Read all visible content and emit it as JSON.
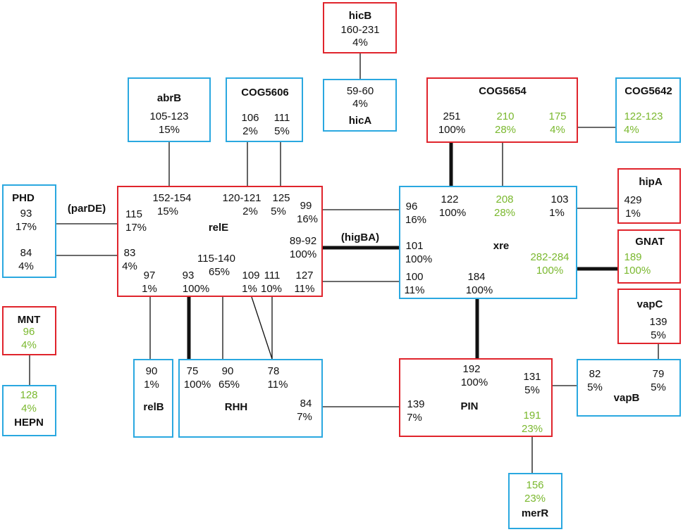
{
  "colors": {
    "toxin_border": "#e0242c",
    "antitoxin_border": "#2aa8e0",
    "highlight_text": "#7ab82e",
    "text": "#111111"
  },
  "nodes": {
    "hicB": {
      "name": "hicB",
      "v1": "160-231",
      "v2": "4%"
    },
    "hicA": {
      "name": "hicA",
      "v1": "59-60",
      "v2": "4%"
    },
    "abrB": {
      "name": "abrB",
      "v1": "105-123",
      "v2": "15%"
    },
    "cog5606": {
      "name": "COG5606",
      "a1": "106",
      "a2": "2%",
      "b1": "111",
      "b2": "5%"
    },
    "cog5654": {
      "name": "COG5654",
      "a1": "251",
      "a2": "100%",
      "b1": "210",
      "b2": "28%",
      "c1": "175",
      "c2": "4%"
    },
    "cog5642": {
      "name": "COG5642",
      "v1": "122-123",
      "v2": "4%"
    },
    "phd": {
      "name": "PHD",
      "a1": "93",
      "a2": "17%",
      "b1": "84",
      "b2": "4%"
    },
    "relE": {
      "name": "relE",
      "p152": "152-154",
      "p152b": "15%",
      "p120": "120-121",
      "p120b": "2%",
      "p125": "125",
      "p125b": "5%",
      "p99": "99",
      "p99b": "16%",
      "p115": "115",
      "p115b": "17%",
      "p83": "83",
      "p83b": "4%",
      "p89": "89-92",
      "p89b": "100%",
      "p97": "97",
      "p97b": "1%",
      "p115140": "115-140",
      "p115140b": "65%",
      "p93": "93",
      "p93b": "100%",
      "p109": "109",
      "p109b": "1%",
      "p111": "111",
      "p111b": "10%",
      "p127": "127",
      "p127b": "11%"
    },
    "xre": {
      "name": "xre",
      "p96": "96",
      "p96b": "16%",
      "p122": "122",
      "p122b": "100%",
      "p208": "208",
      "p208b": "28%",
      "p103": "103",
      "p103b": "1%",
      "p101": "101",
      "p101b": "100%",
      "p282": "282-284",
      "p282b": "100%",
      "p100": "100",
      "p100b": "11%",
      "p184": "184",
      "p184b": "100%"
    },
    "hipA": {
      "name": "hipA",
      "v1": "429",
      "v2": "1%"
    },
    "gnat": {
      "name": "GNAT",
      "v1": "189",
      "v2": "100%"
    },
    "vapC": {
      "name": "vapC",
      "v1": "139",
      "v2": "5%"
    },
    "vapB": {
      "name": "vapB",
      "a1": "82",
      "a2": "5%",
      "b1": "79",
      "b2": "5%"
    },
    "mnt": {
      "name": "MNT",
      "v1": "96",
      "v2": "4%"
    },
    "hepn": {
      "name": "HEPN",
      "v1": "128",
      "v2": "4%"
    },
    "relB": {
      "name": "relB",
      "v1": "90",
      "v2": "1%"
    },
    "rhh": {
      "name": "RHH",
      "p75": "75",
      "p75b": "100%",
      "p90": "90",
      "p90b": "65%",
      "p78": "78",
      "p78b": "11%",
      "p84": "84",
      "p84b": "7%"
    },
    "pin": {
      "name": "PIN",
      "p192": "192",
      "p192b": "100%",
      "p131": "131",
      "p131b": "5%",
      "p139": "139",
      "p139b": "7%",
      "p191": "191",
      "p191b": "23%"
    },
    "merR": {
      "name": "merR",
      "v1": "156",
      "v2": "23%"
    }
  },
  "edge_labels": {
    "parDE": "(parDE)",
    "higBA": "(higBA)"
  }
}
